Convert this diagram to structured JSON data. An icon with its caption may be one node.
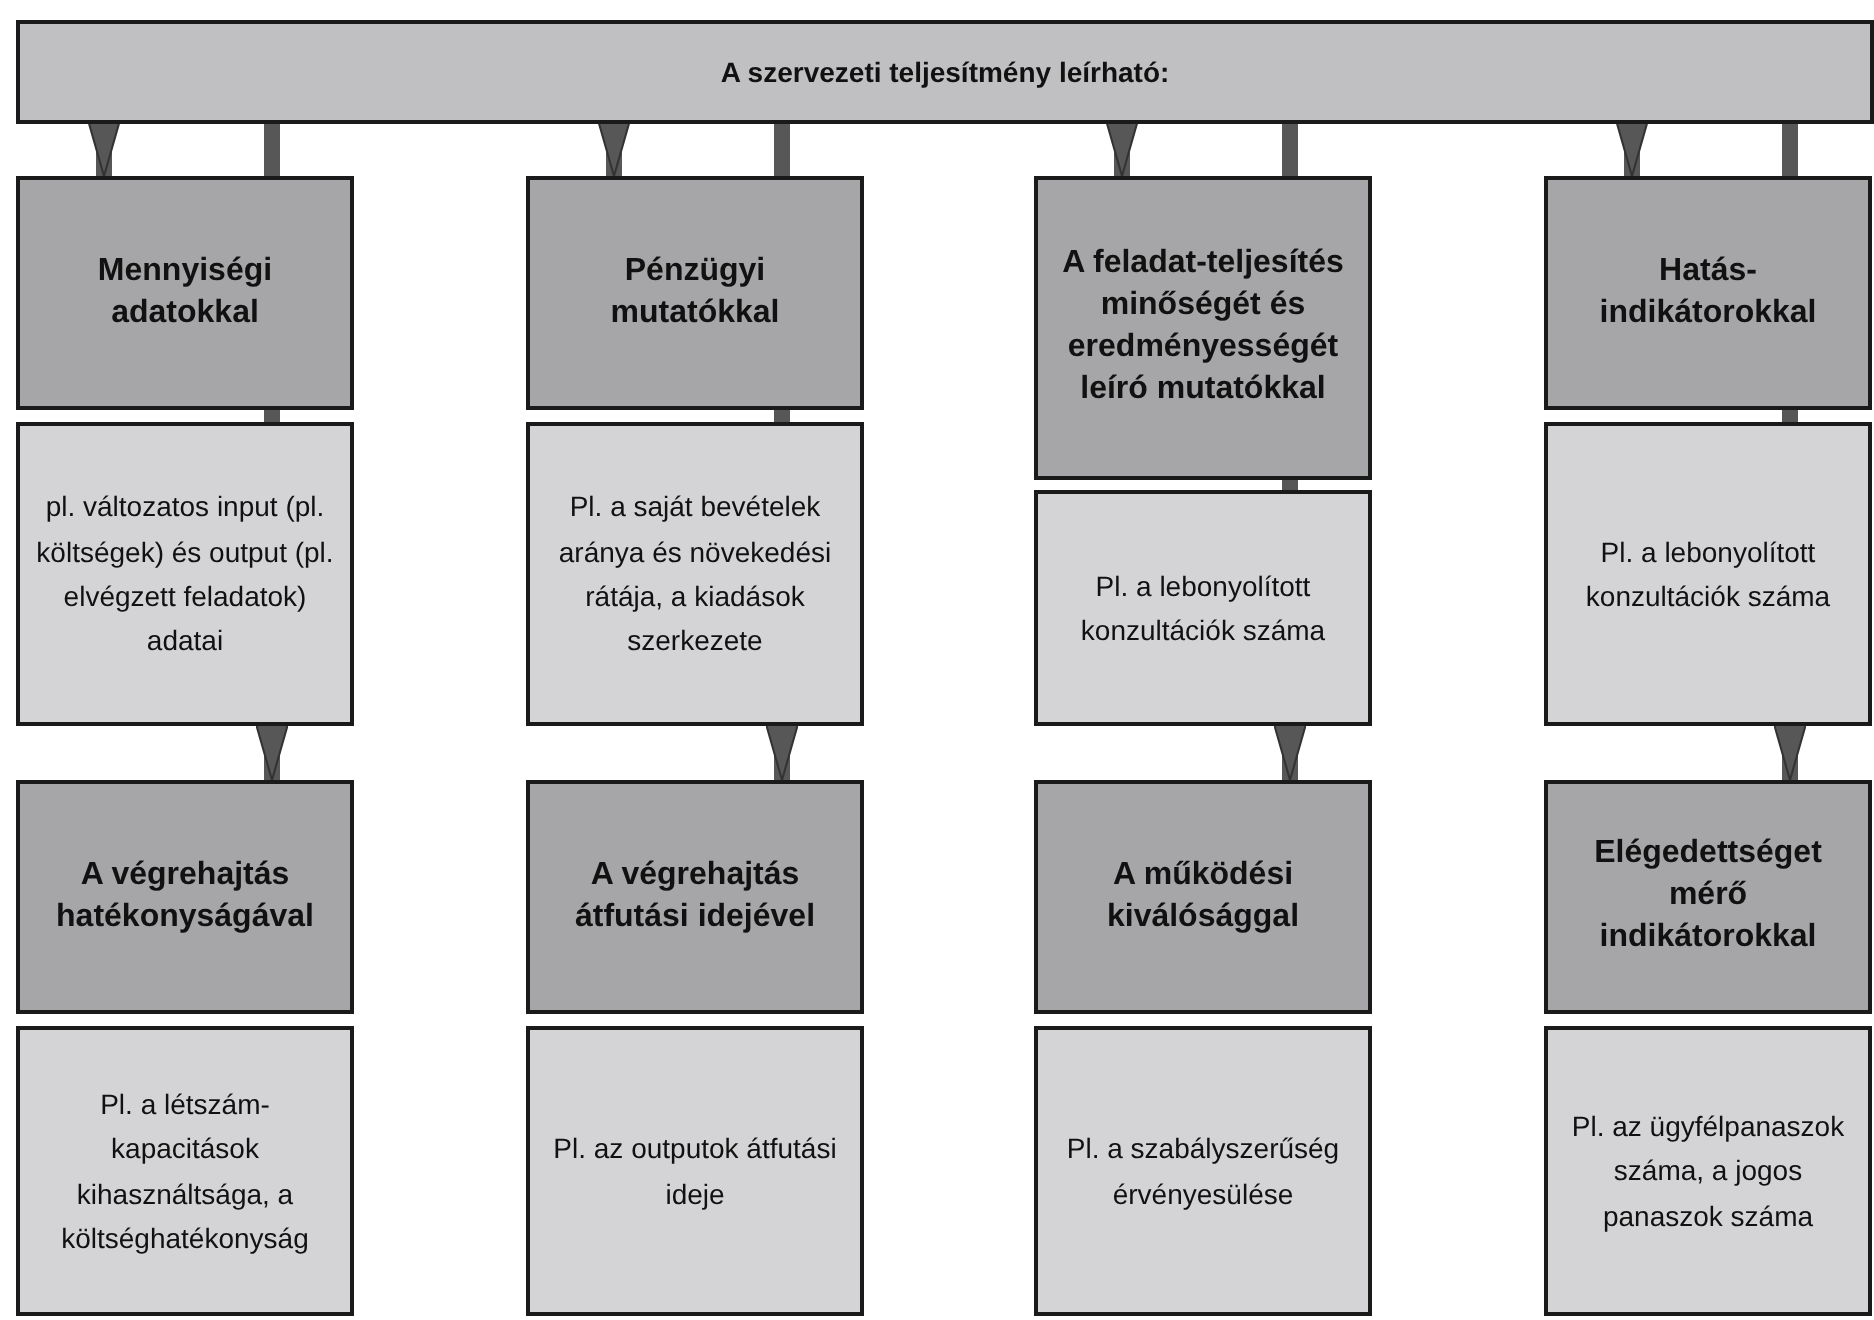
{
  "diagram": {
    "nodes": [
      {
        "text": [
          "A szervezeti teljesítmény leírható:"
        ]
      },
      {
        "text": [
          "Mennyiségi adatokkal"
        ]
      },
      {
        "text": [
          "Pénzügyi mutatókkal"
        ]
      },
      {
        "text": [
          "A feladat-teljesítés minőségét és eredményességét leíró mutatókkal"
        ]
      },
      {
        "text": [
          "Hatás-indikátorokkal"
        ]
      },
      {
        "text": [
          "pl. változatos input (pl. költségek) és output (pl. elvégzett feladatok) adatai"
        ]
      },
      {
        "text": [
          "Pl. a saját bevételek aránya és növekedési rátája, a kiadások szerkezete"
        ]
      },
      {
        "text": [
          "Pl. a lebonyolított konzultációk száma"
        ]
      },
      {
        "text": [
          "Pl. a lebonyolított konzultációk száma"
        ]
      },
      {
        "text": [
          "A végrehajtás hatékonyságával"
        ]
      },
      {
        "text": [
          "A végrehajtás átfutási idejével"
        ]
      },
      {
        "text": [
          "A működési kiválósággal"
        ]
      },
      {
        "text": [
          "Elégedettséget mérő indikátorokkal"
        ]
      },
      {
        "text": [
          "Pl. a létszám-kapacitások kihasználtsága, a költséghatékonyság"
        ]
      },
      {
        "text": [
          "Pl. az outputok átfutási ideje"
        ]
      },
      {
        "text": [
          "Pl. a szabályszerűség érvényesülése"
        ]
      },
      {
        "text": [
          "Pl. az ügyfélpanaszok száma, a jogos panaszok száma"
        ]
      }
    ],
    "edges": [
      {
        "from": 0,
        "to": 1,
        "arrow": "to"
      },
      {
        "from": 0,
        "to": 1,
        "arrow": "none"
      },
      {
        "from": 1,
        "to": 5,
        "arrow": "none"
      },
      {
        "from": 5,
        "to": 9,
        "arrow": "to"
      },
      {
        "from": 0,
        "to": 2,
        "arrow": "to"
      },
      {
        "from": 0,
        "to": 2,
        "arrow": "none"
      },
      {
        "from": 2,
        "to": 6,
        "arrow": "none"
      },
      {
        "from": 6,
        "to": 10,
        "arrow": "to"
      },
      {
        "from": 0,
        "to": 3,
        "arrow": "to"
      },
      {
        "from": 0,
        "to": 3,
        "arrow": "none"
      },
      {
        "from": 3,
        "to": 7,
        "arrow": "none"
      },
      {
        "from": 7,
        "to": 11,
        "arrow": "to"
      },
      {
        "from": 0,
        "to": 4,
        "arrow": "to"
      },
      {
        "from": 0,
        "to": 4,
        "arrow": "none"
      },
      {
        "from": 4,
        "to": 8,
        "arrow": "none"
      },
      {
        "from": 8,
        "to": 12,
        "arrow": "to"
      }
    ]
  }
}
